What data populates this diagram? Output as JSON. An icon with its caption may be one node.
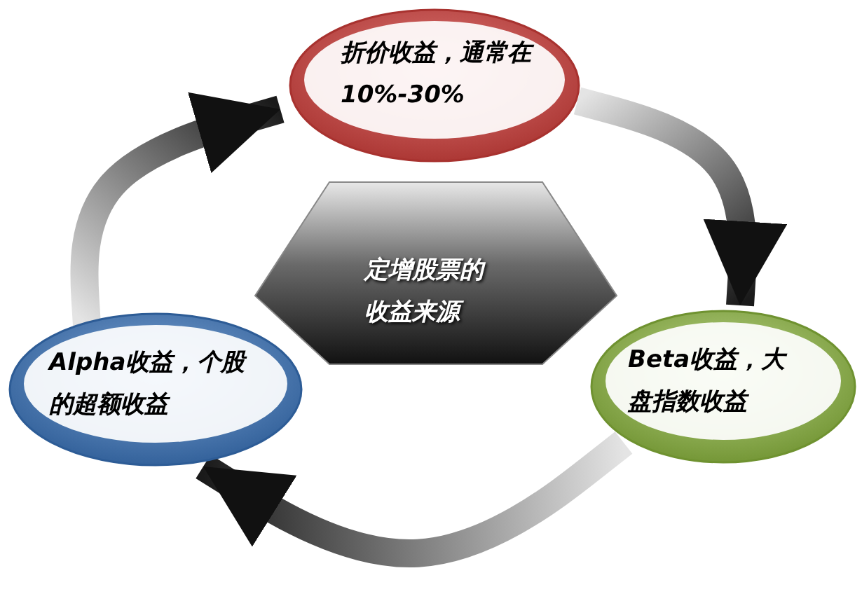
{
  "diagram": {
    "nodes": [
      {
        "text": [
          "折价收益，通常在10%-30%"
        ]
      },
      {
        "text": [
          "定增股票的收益来源"
        ]
      },
      {
        "text": [
          "Alpha收益，个股的超额收益"
        ]
      },
      {
        "text": [
          "Beta收益，大盘指数收益"
        ]
      }
    ],
    "edges": [
      {
        "from": 2,
        "to": 0,
        "arrow": "to"
      },
      {
        "from": 0,
        "to": 3,
        "arrow": "to"
      },
      {
        "from": 3,
        "to": 2,
        "arrow": "to"
      }
    ]
  }
}
